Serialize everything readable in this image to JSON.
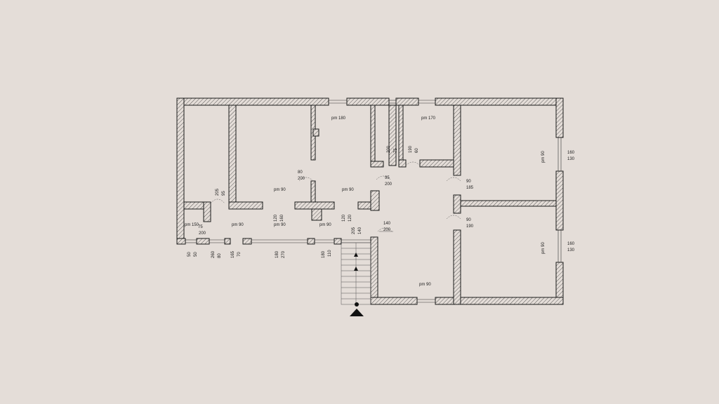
{
  "background": "#e4ddd8",
  "line_color": "#1a1a1a",
  "labels": {
    "pm180": "pm 180",
    "pm170": "pm 170",
    "pm90": "pm 90",
    "pm150": "pm 150",
    "d200": "200",
    "d75": "75",
    "d190": "190",
    "d60": "60",
    "d80": "80",
    "d95": "95",
    "d90": "90",
    "d185": "185",
    "d160": "160",
    "d130": "130",
    "d140": "140",
    "d120": "120",
    "d50": "50",
    "d260": "260",
    "d70": "70",
    "d165": "165",
    "d270": "270",
    "d180": "180",
    "d110": "110",
    "d205": "205"
  },
  "entrance_marker": "north-arrow-triangle"
}
